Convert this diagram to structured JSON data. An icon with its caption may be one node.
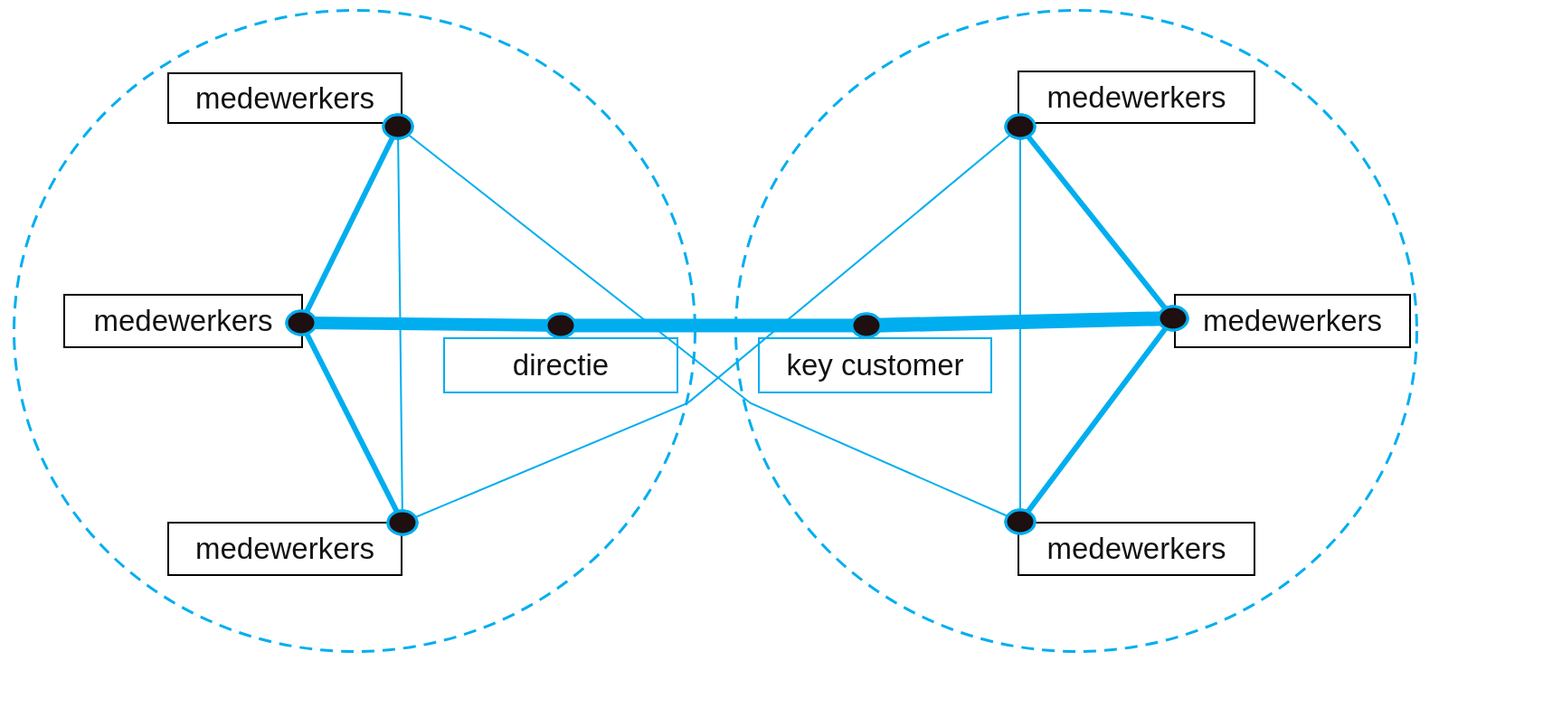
{
  "diagram": {
    "nodes": [
      {
        "text": [],
        "shape": "circle"
      },
      {
        "text": [
          "medewerkers"
        ],
        "in": 0
      },
      {
        "text": [
          "medewerkers"
        ],
        "in": 0
      },
      {
        "text": [
          "medewerkers"
        ],
        "in": 0
      },
      {
        "text": [
          "directie"
        ],
        "in": 0
      },
      {
        "text": [],
        "shape": "circle"
      },
      {
        "text": [
          "medewerkers"
        ],
        "in": 5
      },
      {
        "text": [
          "medewerkers"
        ],
        "in": 5
      },
      {
        "text": [
          "medewerkers"
        ],
        "in": 5
      },
      {
        "text": [
          "key customer"
        ],
        "in": 5
      }
    ],
    "edges": [
      {
        "from": 1,
        "to": 2,
        "arrow": "other"
      },
      {
        "from": 2,
        "to": 3,
        "arrow": "other"
      },
      {
        "from": 1,
        "to": 3,
        "arrow": "other"
      },
      {
        "from": 1,
        "to": 8,
        "arrow": "other"
      },
      {
        "from": 3,
        "to": 6,
        "arrow": "other"
      },
      {
        "from": 2,
        "to": 4,
        "arrow": "other",
        "style": "thick"
      },
      {
        "from": 4,
        "to": 9,
        "arrow": "other",
        "style": "thick"
      },
      {
        "from": 9,
        "to": 7,
        "arrow": "other",
        "style": "thick"
      },
      {
        "from": 6,
        "to": 7,
        "arrow": "other"
      },
      {
        "from": 7,
        "to": 8,
        "arrow": "other"
      },
      {
        "from": 6,
        "to": 8,
        "arrow": "other"
      }
    ]
  }
}
